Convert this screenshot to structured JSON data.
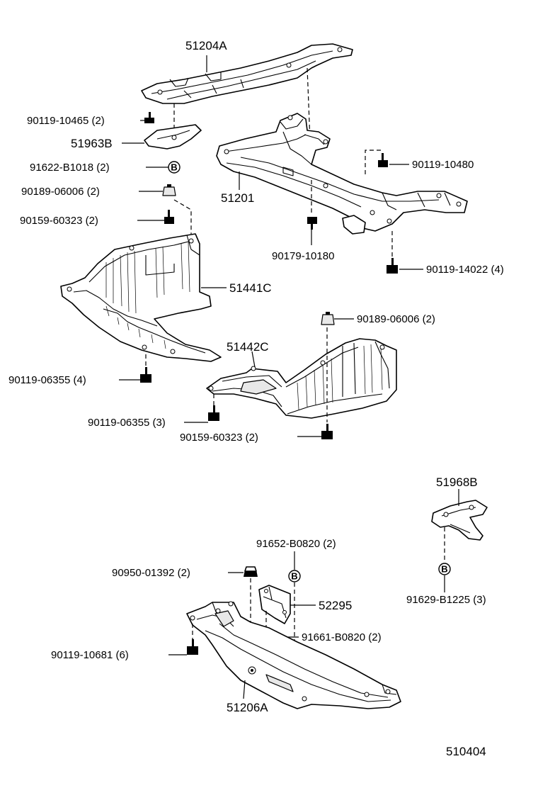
{
  "labels": {
    "p51204A": "51204A",
    "p90119_10465": "90119-10465 (2)",
    "p51963B": "51963B",
    "p91622_B1018": "91622-B1018 (2)",
    "p90189_06006_left": "90189-06006 (2)",
    "p90159_60323_left": "90159-60323 (2)",
    "p51201": "51201",
    "p90119_10480": "90119-10480",
    "p90179_10180": "90179-10180",
    "p90119_14022": "90119-14022 (4)",
    "p51441C": "51441C",
    "p90189_06006_right": "90189-06006 (2)",
    "p51442C": "51442C",
    "p90119_06355_4": "90119-06355 (4)",
    "p90119_06355_3": "90119-06355 (3)",
    "p90159_60323_right": "90159-60323 (2)",
    "p51968B": "51968B",
    "p91652_B0820": "91652-B0820 (2)",
    "p90950_01392": "90950-01392 (2)",
    "p52295": "52295",
    "p91629_B1225": "91629-B1225 (3)",
    "p91661_B0820": "91661-B0820 (2)",
    "p90119_10681": "90119-10681 (6)",
    "p51206A": "51206A",
    "figure_number": "510404"
  },
  "circle_mark": "B"
}
